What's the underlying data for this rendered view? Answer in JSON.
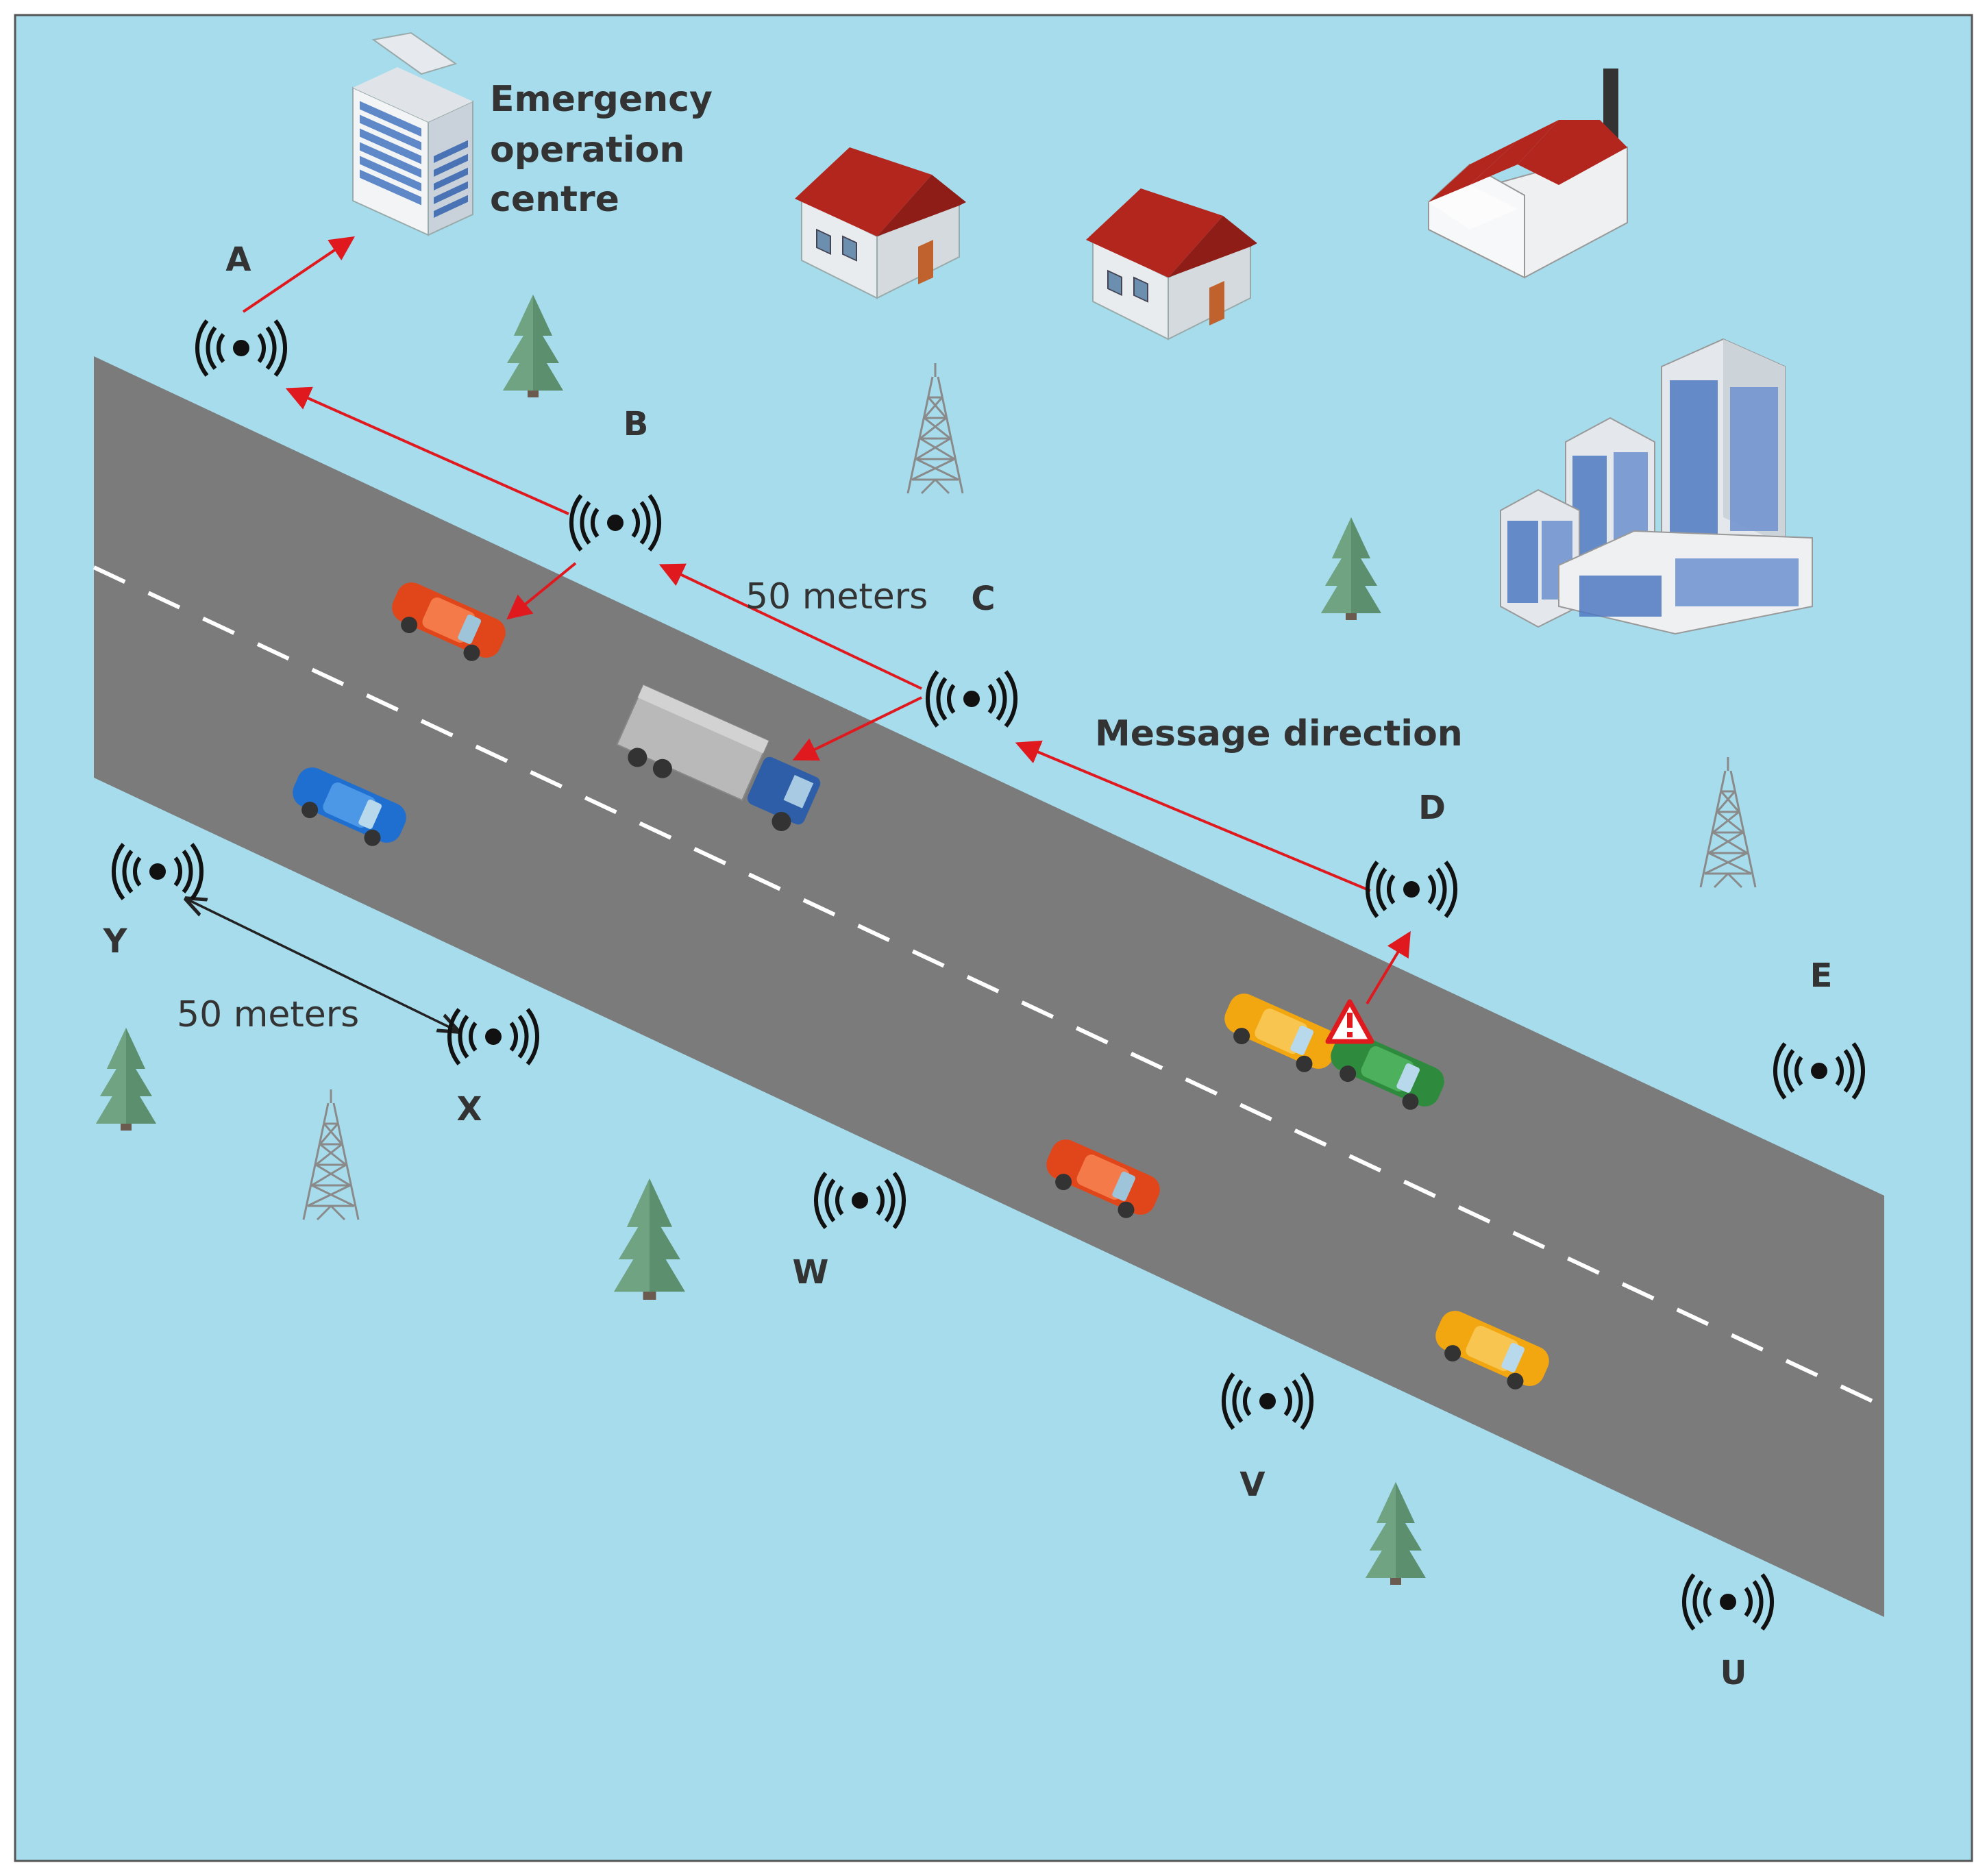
{
  "title": {
    "line1": "Emergency",
    "line2": "operation",
    "line3": "centre"
  },
  "labels": {
    "message_direction": "Message direction",
    "distance_roadside": "50 meters",
    "distance_offroad": "50 meters"
  },
  "nodes": [
    {
      "id": "A",
      "label": "A"
    },
    {
      "id": "B",
      "label": "B"
    },
    {
      "id": "C",
      "label": "C"
    },
    {
      "id": "D",
      "label": "D"
    },
    {
      "id": "E",
      "label": "E"
    },
    {
      "id": "U",
      "label": "U"
    },
    {
      "id": "V",
      "label": "V"
    },
    {
      "id": "W",
      "label": "W"
    },
    {
      "id": "X",
      "label": "X"
    },
    {
      "id": "Y",
      "label": "Y"
    }
  ],
  "colors": {
    "background": "#A6DCEC",
    "road": "#7B7B7B",
    "message_arrow": "#E0191E",
    "distance_arrow": "#222222",
    "tree": "#5B8F6E",
    "roof": "#B3261E"
  },
  "icons": {
    "sensor": "wireless-sensor-icon",
    "tower": "transmission-tower-icon",
    "tree": "tree-icon",
    "house": "house-icon",
    "factory": "factory-icon",
    "office": "office-building-icon",
    "car": "car-icon",
    "truck": "truck-icon",
    "warning": "warning-triangle-icon"
  }
}
